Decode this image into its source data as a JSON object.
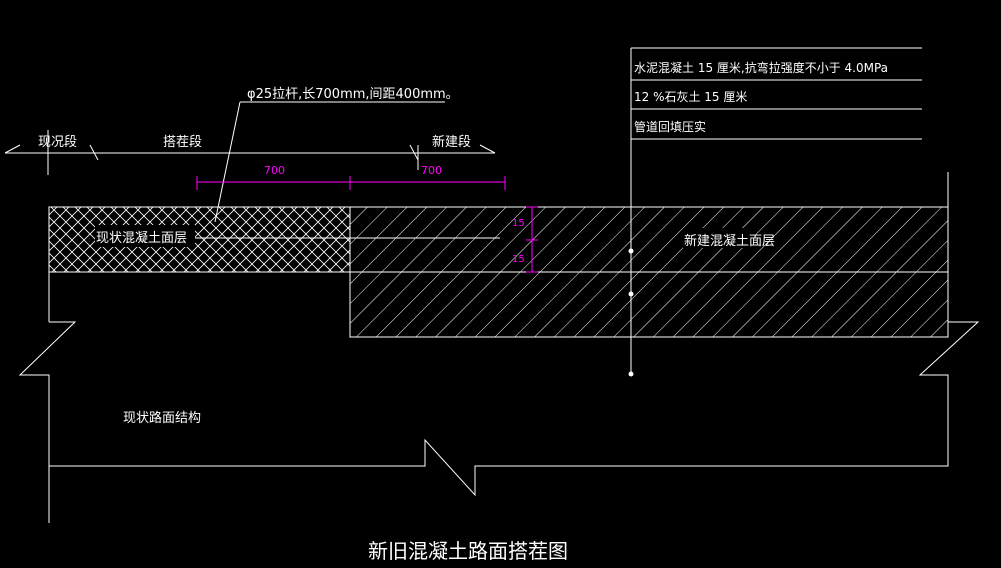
{
  "title": "新旧混凝土路面搭茬图",
  "segments": {
    "existing": "现况段",
    "transition": "搭茬段",
    "new": "新建段"
  },
  "dowel_note": "φ25拉杆,长700mm,间距400mm。",
  "dimensions": {
    "left": "700",
    "right": "700",
    "thickness_upper": "15",
    "thickness_lower": "15"
  },
  "layers": {
    "existing_surface": "现状混凝土面层",
    "new_surface": "新建混凝土面层",
    "existing_structure": "现状路面结构"
  },
  "legend": {
    "line1": "水泥混凝土  15  厘米,抗弯拉强度不小于      4.0MPa",
    "line2": "12  %石灰土 15  厘米",
    "line3": "管道回填压实"
  },
  "colors": {
    "background": "#000000",
    "line": "#ffffff",
    "dimension": "#ff00ff"
  }
}
